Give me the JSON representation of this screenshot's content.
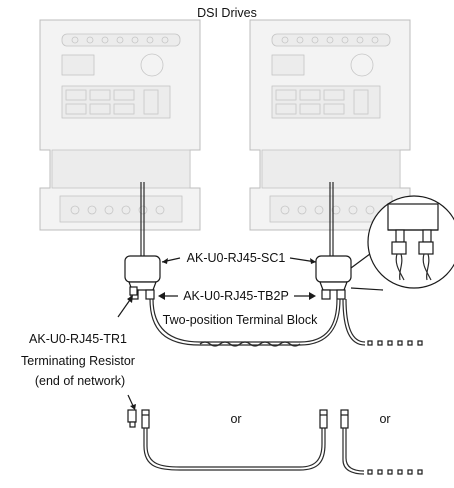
{
  "title": "DSI Drives",
  "labels": {
    "splitter": "AK-U0-RJ45-SC1",
    "terminal_block_part": "AK-U0-RJ45-TB2P",
    "terminal_block_desc": "Two-position Terminal Block",
    "resistor_part": "AK-U0-RJ45-TR1",
    "resistor_desc": "Terminating Resistor",
    "resistor_note": "(end of network)",
    "or_1": "or",
    "or_2": "or"
  }
}
